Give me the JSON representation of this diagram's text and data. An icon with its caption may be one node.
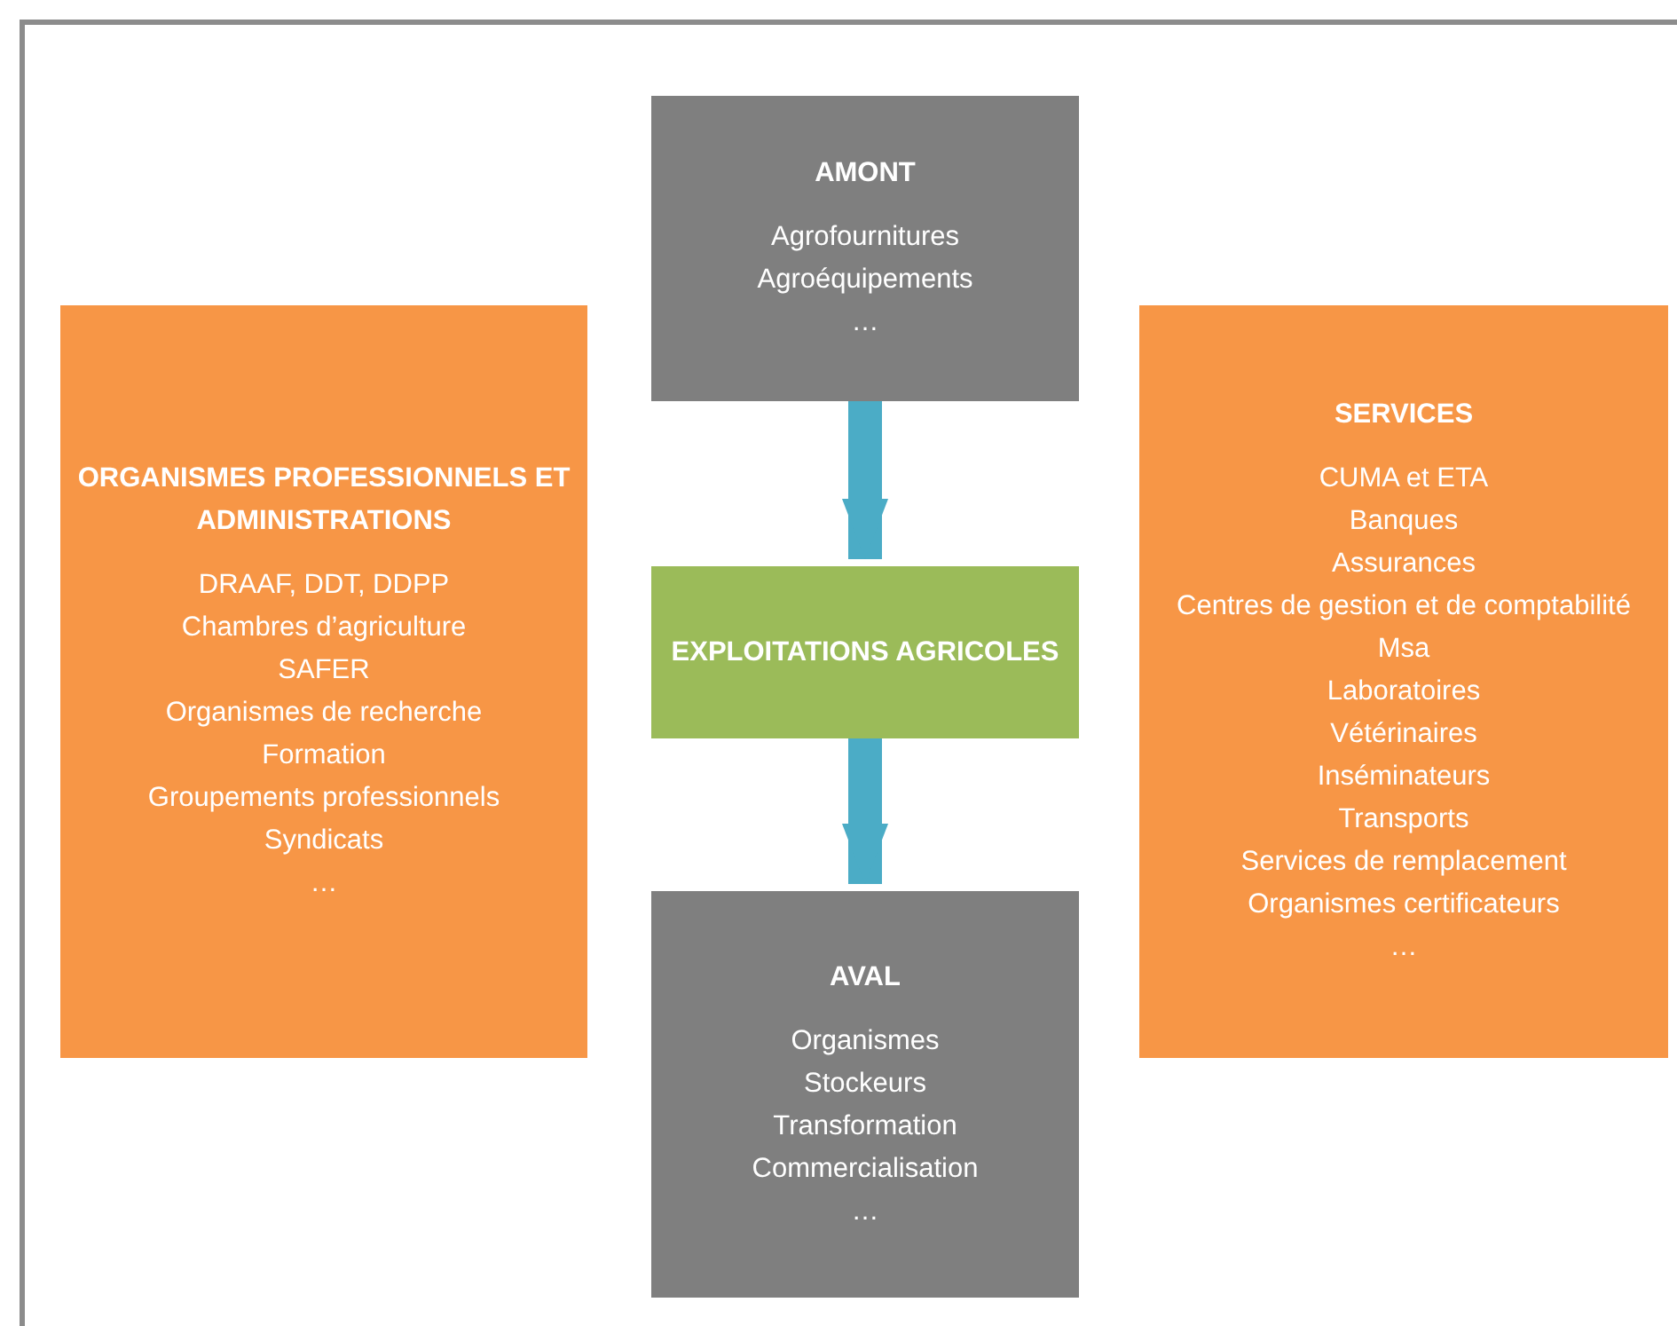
{
  "diagram": {
    "nodes": [
      {
        "text": [
          "AMONT",
          "Agrofournitures",
          "Agroéquipements",
          "…"
        ]
      },
      {
        "text": [
          "ORGANISMES PROFESSIONNELS ET ADMINISTRATIONS",
          "DRAAF, DDT, DDPP",
          "Chambres d’agriculture",
          "SAFER",
          "Organismes de recherche",
          "Formation",
          "Groupements professionnels",
          "Syndicats",
          "…"
        ]
      },
      {
        "text": [
          "EXPLOITATIONS AGRICOLES"
        ]
      },
      {
        "text": [
          "SERVICES",
          "CUMA et ETA",
          "Banques",
          "Assurances",
          "Centres de gestion et de comptabilité",
          "Msa",
          "Laboratoires",
          "Vétérinaires",
          "Inséminateurs",
          "Transports",
          "Services de remplacement",
          "Organismes certificateurs",
          "…"
        ]
      },
      {
        "text": [
          "AVAL",
          "Organismes",
          "Stockeurs",
          "Transformation",
          "Commercialisation",
          "…"
        ]
      }
    ],
    "edges": [
      {
        "from": 0,
        "to": 2,
        "arrow": "to"
      },
      {
        "from": 2,
        "to": 4,
        "arrow": "to"
      }
    ]
  }
}
